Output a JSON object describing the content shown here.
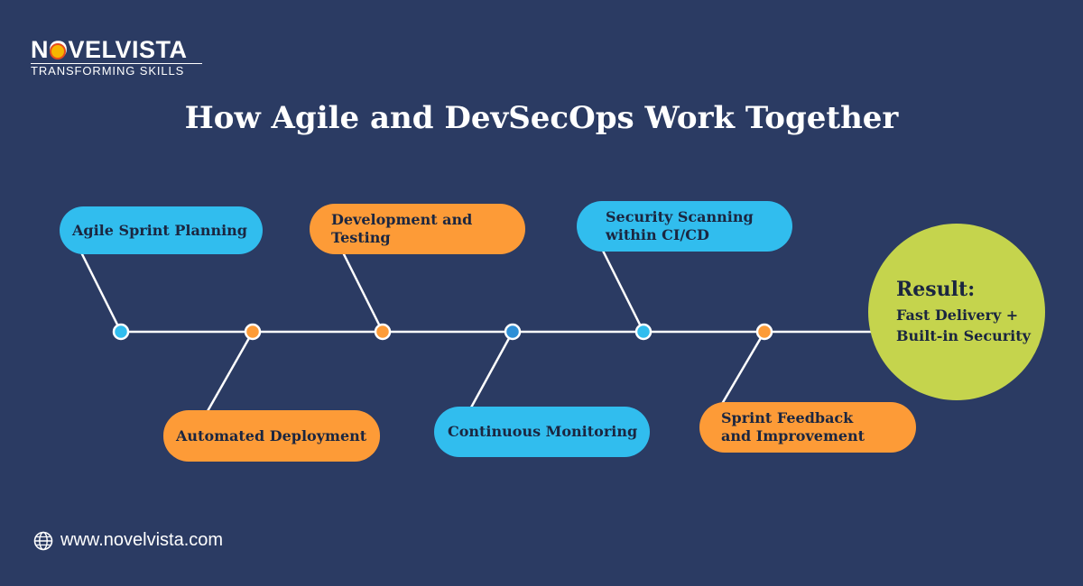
{
  "logo": {
    "name": "NOVELVISTA",
    "tagline": "TRANSFORMING SKILLS"
  },
  "title": "How Agile and DevSecOps Work Together",
  "steps": [
    {
      "label": "Agile Sprint Planning",
      "color": "#31bdee"
    },
    {
      "label": "Automated Deployment",
      "color": "#fd9b37"
    },
    {
      "label": "Development and\nTesting",
      "color": "#fd9b37"
    },
    {
      "label": "Continuous Monitoring",
      "color": "#31bdee"
    },
    {
      "label": "Security Scanning\nwithin CI/CD",
      "color": "#31bdee"
    },
    {
      "label": "Sprint Feedback\nand Improvement",
      "color": "#fd9b37"
    }
  ],
  "result": {
    "title": "Result:",
    "text": "Fast Delivery +\nBuilt-in Security",
    "color": "#c5d44d"
  },
  "footer": {
    "url": "www.novelvista.com"
  },
  "colors": {
    "background": "#2b3b63",
    "blue": "#31bdee",
    "orange": "#fd9b37"
  }
}
